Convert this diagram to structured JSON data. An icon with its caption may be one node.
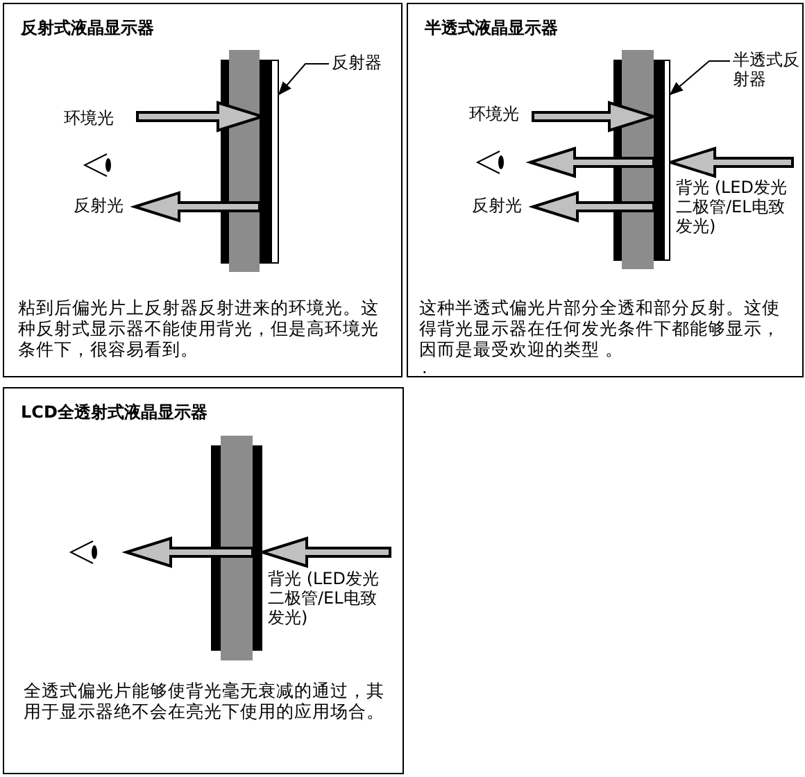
{
  "diagram": {
    "nodes": [
      {
        "text": [
          "反射式液晶显示器",
          "粘到后偏光片上反射器反射进来的环境光。这种反射式显示器不能使用背光，但是高环境光条件下，很容易看到。"
        ]
      },
      {
        "text": [
          "反射器"
        ],
        "in": 0
      },
      {
        "text": [],
        "shape": "bar",
        "in": 0
      },
      {
        "text": [
          "半透式液晶显示器",
          "这种半透式偏光片部分全透和部分反射。这使得背光显示器在任何发光条件下都能够显示，因而是最受欢迎的类型 。"
        ]
      },
      {
        "text": [
          "半透式反射器"
        ],
        "in": 3
      },
      {
        "text": [],
        "shape": "bar",
        "in": 3
      },
      {
        "text": [
          "LCD全透射式液晶显示器",
          "全透式偏光片能够使背光毫无衰减的通过，其用于显示器绝不会在亮光下使用的应用场合。"
        ]
      }
    ],
    "edges": [
      {
        "from": 1,
        "to": 2,
        "arrow": "to"
      },
      {
        "from": 4,
        "to": 5,
        "arrow": "to"
      }
    ],
    "labels": [
      "环境光",
      "反射光",
      "环境光",
      "反射光",
      "背光 (LED发光二极管/EL电致发光)",
      ".",
      "背光 (LED发光二极管/EL电致发光)"
    ]
  }
}
